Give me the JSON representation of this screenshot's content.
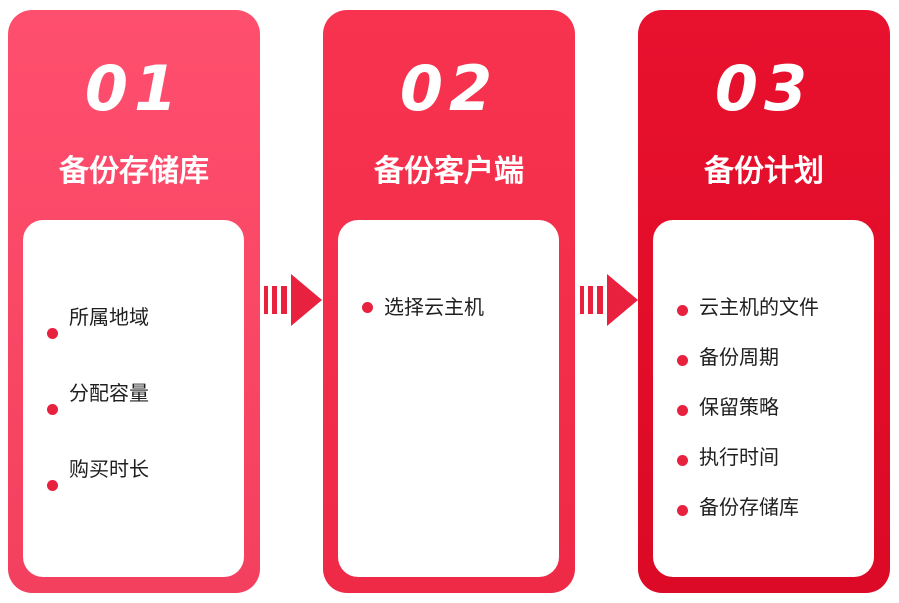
{
  "steps": [
    {
      "number": "01",
      "title": "备份存储库",
      "items": [
        "所属地域",
        "分配容量",
        "购买时长"
      ]
    },
    {
      "number": "02",
      "title": "备份客户端",
      "items": [
        "选择云主机"
      ]
    },
    {
      "number": "03",
      "title": "备份计划",
      "items": [
        "云主机的文件",
        "备份周期",
        "保留策略",
        "执行时间",
        "备份存储库"
      ]
    }
  ],
  "colors": {
    "step1": "#f4405f",
    "step2": "#ef2a47",
    "step3": "#dc0a26",
    "arrow": "#e8213f",
    "bullet": "#e8213f"
  }
}
